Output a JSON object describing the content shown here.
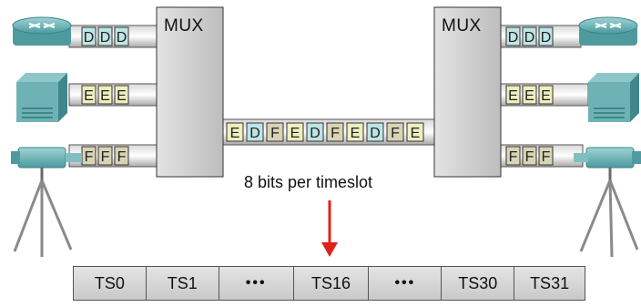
{
  "mux": {
    "left_label": "MUX",
    "right_label": "MUX"
  },
  "streams": {
    "router": [
      "D",
      "D",
      "D"
    ],
    "server": [
      "E",
      "E",
      "E"
    ],
    "camera": [
      "F",
      "F",
      "F"
    ],
    "trunk": [
      "E",
      "D",
      "F",
      "E",
      "D",
      "F",
      "E",
      "D",
      "F",
      "E"
    ]
  },
  "caption": "8 bits per timeslot",
  "timeslots": [
    "TS0",
    "TS1",
    "•••",
    "TS16",
    "•••",
    "TS30",
    "TS31"
  ],
  "colors": {
    "d_cell": "#bfe4e6",
    "e_cell": "#eeeebf",
    "f_cell": "#d8d4b5",
    "mux_fill": "#cfcfcf",
    "arrow": "#e0201b",
    "device": "#6fb2b5"
  },
  "icons": [
    "router-icon",
    "server-icon",
    "video-camera-icon",
    "down-arrow-icon"
  ]
}
